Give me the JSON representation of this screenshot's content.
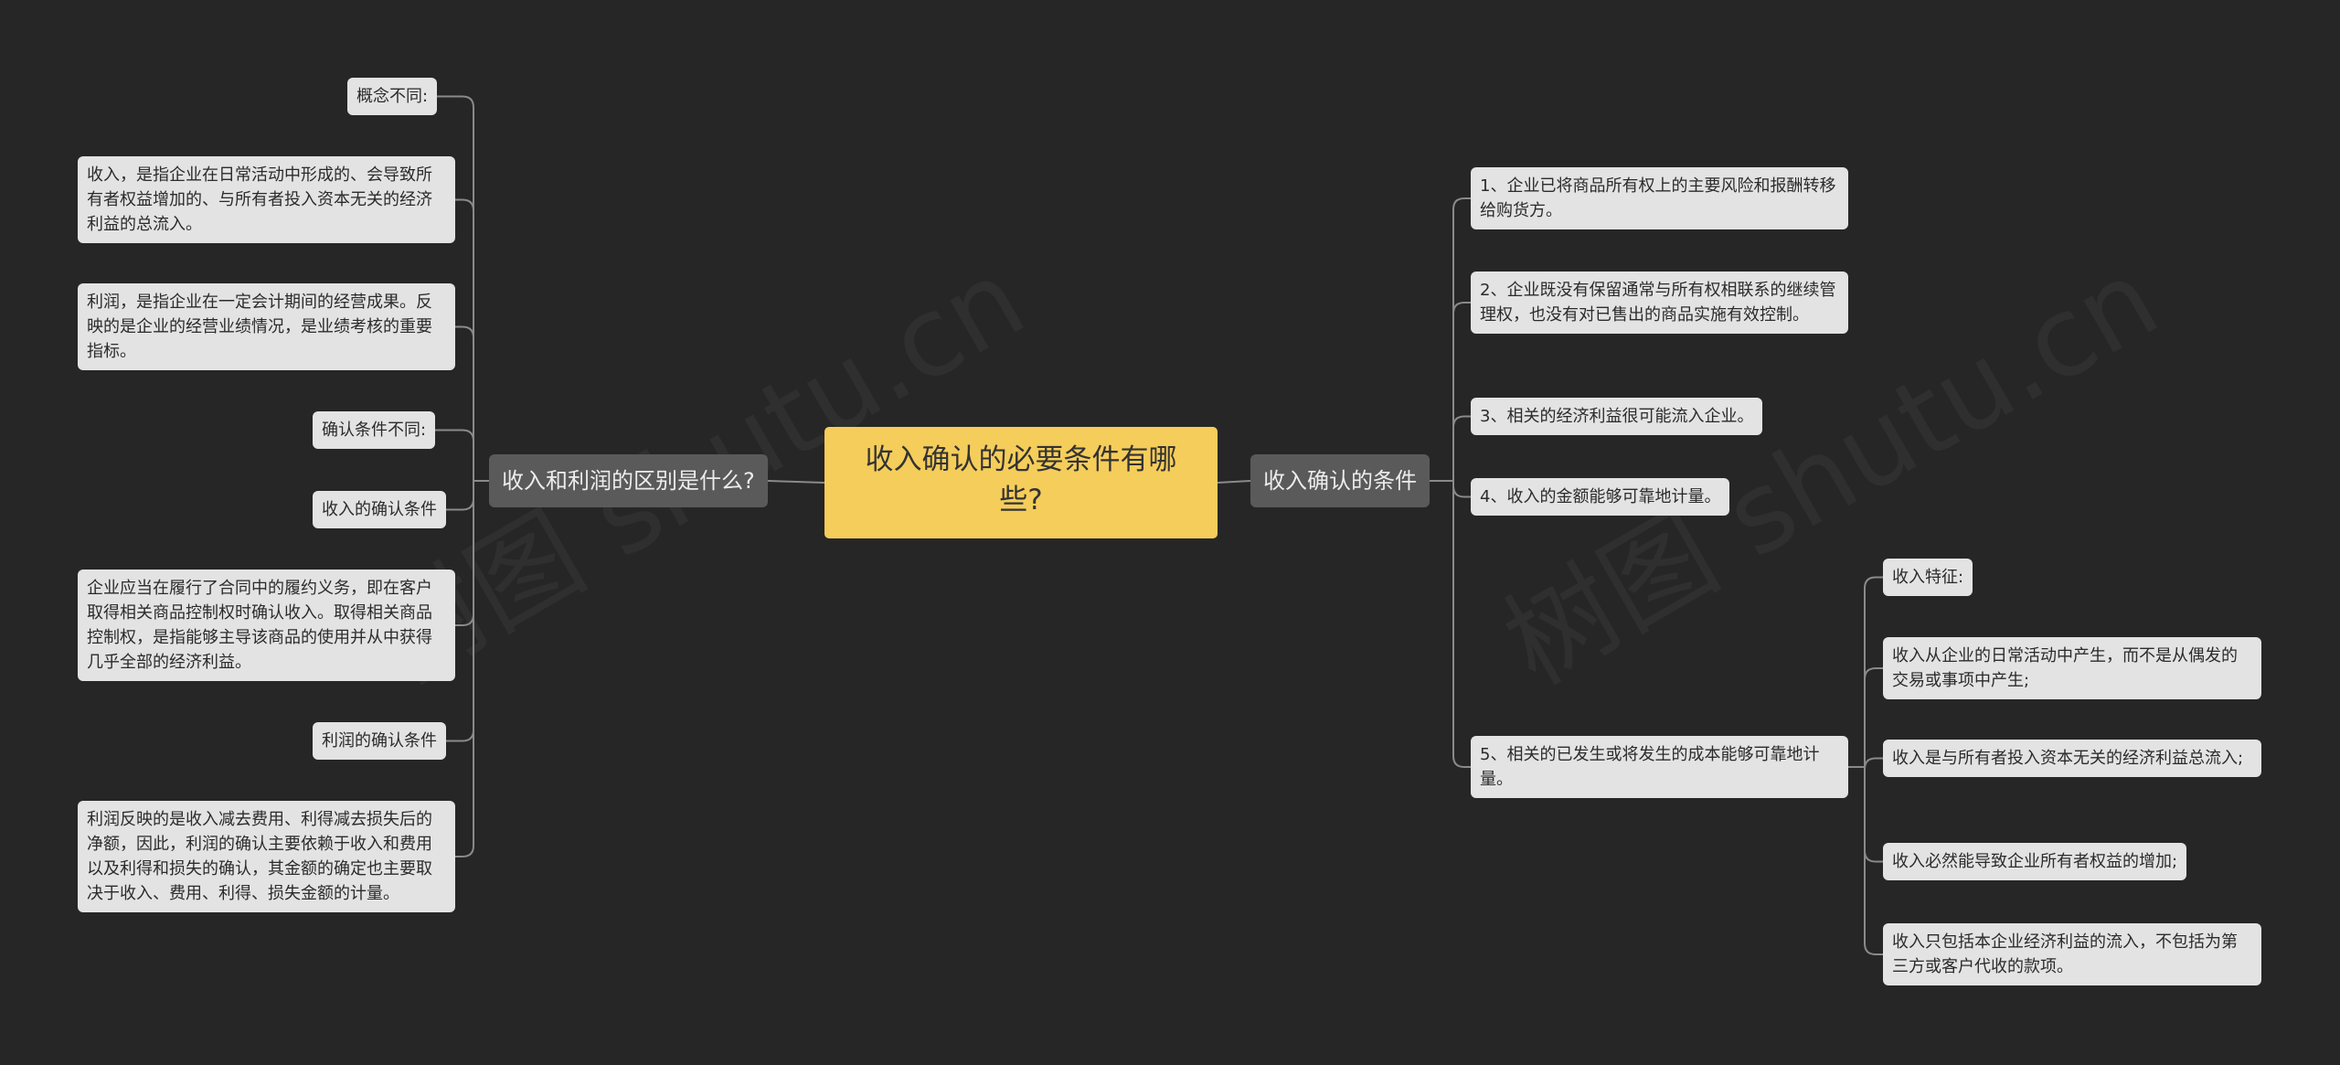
{
  "root": {
    "title": "收入确认的必要条件有哪些?"
  },
  "left": {
    "label": "收入和利润的区别是什么?",
    "items": [
      "概念不同:",
      "收入，是指企业在日常活动中形成的、会导致所有者权益增加的、与所有者投入资本无关的经济利益的总流入。",
      "利润，是指企业在一定会计期间的经营成果。反映的是企业的经营业绩情况，是业绩考核的重要指标。",
      "确认条件不同:",
      "收入的确认条件",
      "企业应当在履行了合同中的履约义务，即在客户取得相关商品控制权时确认收入。取得相关商品控制权，是指能够主导该商品的使用并从中获得几乎全部的经济利益。",
      "利润的确认条件",
      "利润反映的是收入减去费用、利得减去损失后的净额，因此，利润的确认主要依赖于收入和费用以及利得和损失的确认，其金额的确定也主要取决于收入、费用、利得、损失金额的计量。"
    ]
  },
  "right": {
    "label": "收入确认的条件",
    "items": [
      "1、企业已将商品所有权上的主要风险和报酬转移给购货方。",
      "2、企业既没有保留通常与所有权相联系的继续管理权，也没有对已售出的商品实施有效控制。",
      "3、相关的经济利益很可能流入企业。",
      "4、收入的金额能够可靠地计量。",
      "5、相关的已发生或将发生的成本能够可靠地计量。"
    ],
    "sub": [
      "收入特征:",
      "收入从企业的日常活动中产生，而不是从偶发的交易或事项中产生;",
      "收入是与所有者投入资本无关的经济利益总流入;",
      "收入必然能导致企业所有者权益的增加;",
      "收入只包括本企业经济利益的流入，不包括为第三方或客户代收的款项。"
    ]
  },
  "watermark": {
    "text": "树图 shutu.cn"
  },
  "colors": {
    "background": "#262626",
    "root": "#f5cd5a",
    "branch": "#5a5a5a",
    "leaf": "#e3e3e3",
    "connector": "#8a8a8a"
  }
}
